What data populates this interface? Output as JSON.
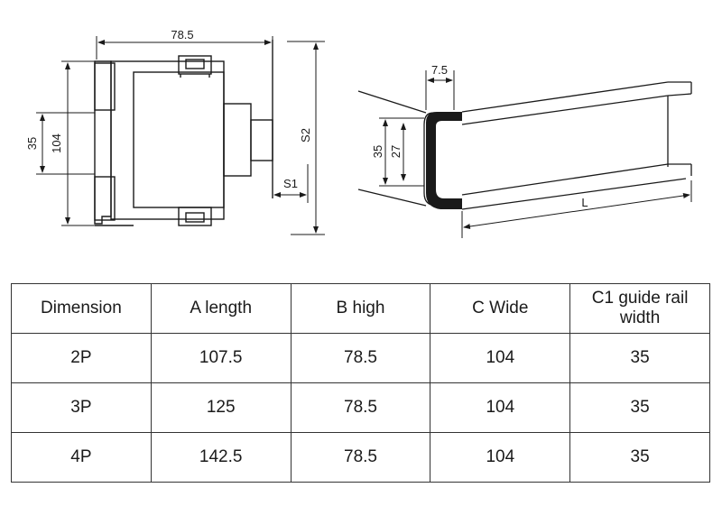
{
  "front_view": {
    "dim_width": "78.5",
    "dim_height": "104",
    "dim_rail": "35",
    "dim_s1": "S1",
    "dim_s2": "S2"
  },
  "rail_view": {
    "dim_top": "7.5",
    "dim_outer": "35",
    "dim_inner": "27",
    "dim_length": "L"
  },
  "table": {
    "headers": [
      "Dimension",
      "A length",
      "B high",
      "C Wide",
      "C1 guide rail width"
    ],
    "rows": [
      [
        "2P",
        "107.5",
        "78.5",
        "104",
        "35"
      ],
      [
        "3P",
        "125",
        "78.5",
        "104",
        "35"
      ],
      [
        "4P",
        "142.5",
        "78.5",
        "104",
        "35"
      ]
    ]
  }
}
